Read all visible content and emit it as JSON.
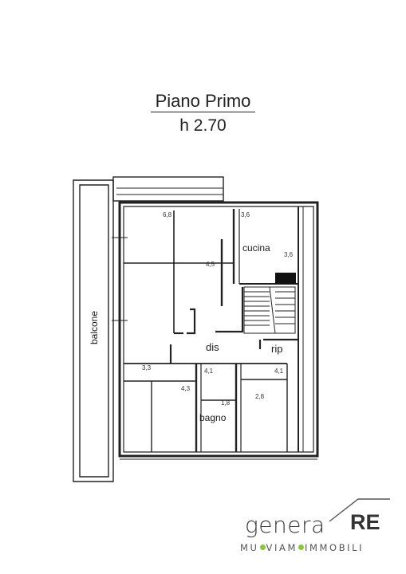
{
  "header": {
    "title": "Piano Primo",
    "height_label": "h 2.70"
  },
  "rooms": {
    "balcone": "balcone",
    "cucina": "cucina",
    "dis": "dis",
    "rip": "rip",
    "bagno": "bagno"
  },
  "dimensions": {
    "d1": "6,8",
    "d2": "3,6",
    "d3": "3,6",
    "d4": "4,5",
    "d5": "3,3",
    "d6": "4,3",
    "d7": "4,1",
    "d8": "4,1",
    "d9": "1,8",
    "d10": "2,8"
  },
  "brand": {
    "word": "genera",
    "re": "RE",
    "sub_a": "MU",
    "sub_b": "VIAM",
    "sub_c": "IMMOBILI"
  },
  "colors": {
    "line": "#222222",
    "accent": "#8cc63f"
  }
}
